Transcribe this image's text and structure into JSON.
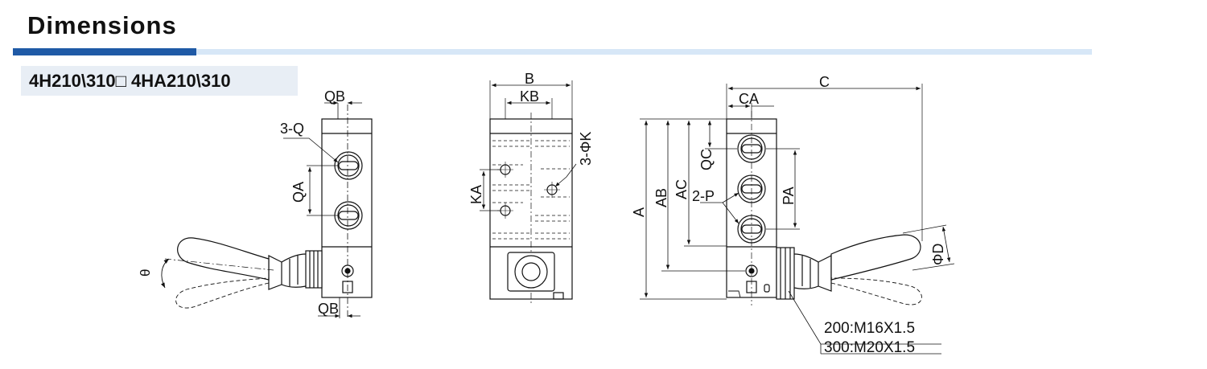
{
  "header": {
    "title": "Dimensions"
  },
  "model": {
    "label": "4H210\\310□ 4HA210\\310"
  },
  "front_view": {
    "label_qb_top": "QB",
    "label_q": "3-Q",
    "label_qa": "QA",
    "label_theta": "θ",
    "label_qb_bottom": "QB"
  },
  "side_view": {
    "label_b": "B",
    "label_kb": "KB",
    "label_k": "3-ΦK",
    "label_ka": "KA"
  },
  "rear_view": {
    "label_c": "C",
    "label_ca": "CA",
    "label_qc": "QC",
    "label_a": "A",
    "label_ab": "AB",
    "label_ac": "AC",
    "label_p": "2-P",
    "label_pa": "PA",
    "label_d": "ΦD"
  },
  "thread_note": {
    "line1": "200:M16X1.5",
    "line2": "300:M20X1.5"
  },
  "colors": {
    "accent": "#1f5aa6",
    "accent_light": "#d7e7f7",
    "model_bg": "#e8eef5"
  }
}
